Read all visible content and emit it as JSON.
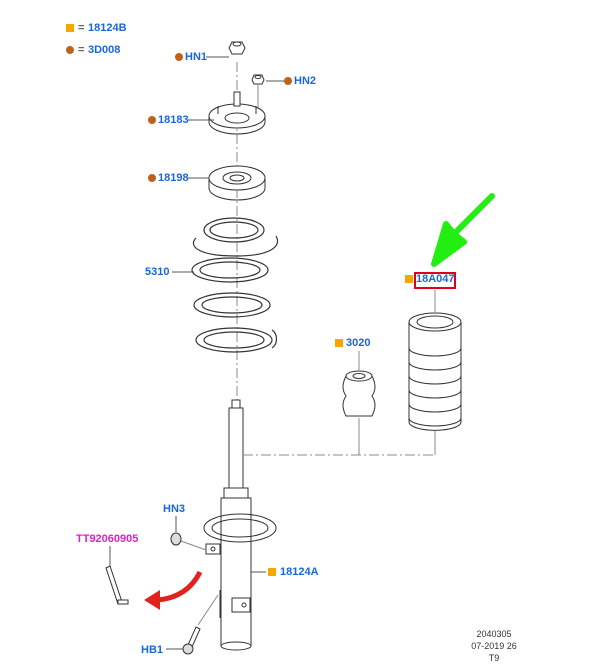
{
  "legend": [
    {
      "marker": "square",
      "color": "#f7a600",
      "equals": "=",
      "code": "18124B"
    },
    {
      "marker": "circle",
      "color": "#c0611a",
      "equals": "=",
      "code": "3D008"
    }
  ],
  "callouts": {
    "hn1": "HN1",
    "hn2": "HN2",
    "p18183": "18183",
    "p18198": "18198",
    "p5310": "5310",
    "p18A047": "18A047",
    "p3020": "3020",
    "hn3": "HN3",
    "tt": "TT92060905",
    "p18124A": "18124A",
    "hb1": "HB1"
  },
  "highlight": {
    "part": "18A047",
    "border_color": "#e0001a",
    "arrow_color": "#22ee11"
  },
  "curved_arrow_color": "#e0231e",
  "footer": {
    "line1": "2040305",
    "line2": "07-2019 26",
    "line3": "T9"
  }
}
